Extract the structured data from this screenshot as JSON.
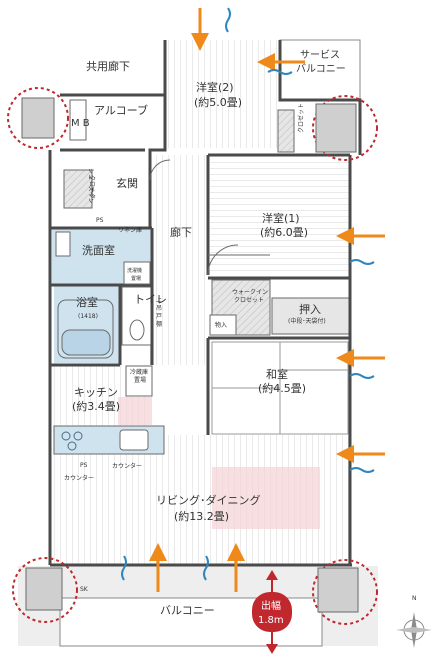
{
  "colors": {
    "wall": "#4a4a4a",
    "floor_line": "#cfcfcf",
    "wet_area": "#cfe3ef",
    "pink_zone": "#f4d4d8",
    "arrow_orange": "#ef8a1a",
    "wind_blue": "#2e86c1",
    "callout_red": "#c0282e",
    "balcony_gray": "#e3e3e3"
  },
  "icons": [
    "compass-icon",
    "bathtub-icon",
    "stove-icon",
    "sink-icon",
    "wind-icon",
    "light-arrow-icon"
  ],
  "labels": {
    "corridor": "共用廊下",
    "service_balcony_1": "サービス",
    "service_balcony_2": "バルコニー",
    "alcove": "アルコーブ",
    "mb": "M B",
    "western2_name": "洋室(2)",
    "western2_size": "(約5.0畳)",
    "closet_top": "クロゼット",
    "entrance": "玄関",
    "shoes_in_1": "シューズイン",
    "shoes_in_2": "クローク",
    "ps_top": "PS",
    "linen": "リネン庫",
    "washroom": "洗面室",
    "washer_1": "洗濯機",
    "washer_2": "置場",
    "hallway": "廊下",
    "western1_name": "洋室(1)",
    "western1_size": "(約6.0畳)",
    "bath": "浴室",
    "bath_size": "(1418)",
    "toilet": "トイレ",
    "upper_cabinet_1": "上",
    "upper_cabinet_2": "吊",
    "upper_cabinet_3": "戸",
    "upper_cabinet_4": "棚",
    "walkin_1": "ウォークイン",
    "walkin_2": "クロゼット",
    "storage": "物入",
    "oshiire": "押入",
    "oshiire_sub": "(中段･天袋付)",
    "fridge_1": "冷蔵庫",
    "fridge_2": "置場",
    "japanese_name": "和室",
    "japanese_size": "(約4.5畳)",
    "kitchen_name": "キッチン",
    "kitchen_size": "(約3.4畳)",
    "ps_kitchen": "PS",
    "counter_1": "カウンター",
    "counter_2": "カウンター",
    "living_name": "リビング･ダイニング",
    "living_size": "(約13.2畳)",
    "sk": "SK",
    "balcony": "バルコニー",
    "depth_1": "出幅",
    "depth_2": "1.8m",
    "north": "N"
  }
}
